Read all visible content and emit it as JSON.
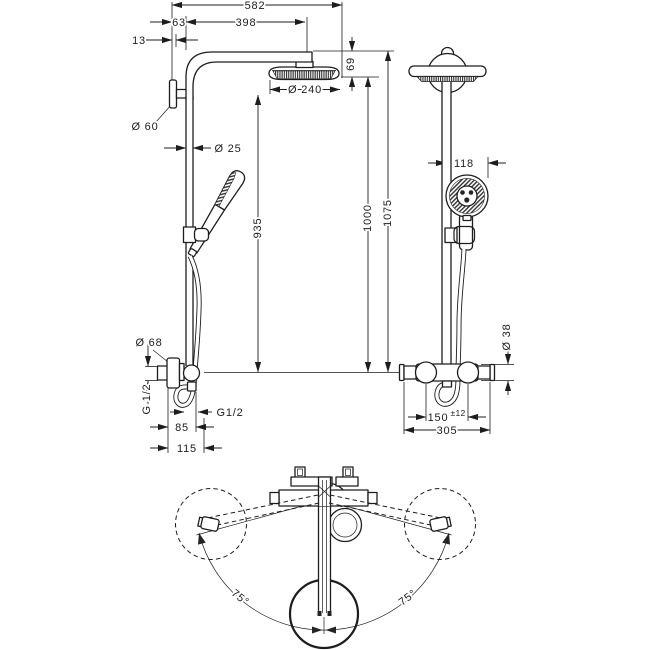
{
  "colors": {
    "background": "#ffffff",
    "ink": "#1d1d1d"
  },
  "side": {
    "dims": {
      "overall_width": "582",
      "arm_offset": "63",
      "arm_projection": "398",
      "plate_offset": "13",
      "plate_diameter": "Ø 60",
      "head_diameter": "Ø 240",
      "head_height": "69",
      "pipe_diameter": "Ø 25",
      "spray_face_height": "935",
      "head_face_height": "1000",
      "arm_top_height": "1075",
      "escutcheon_diameter": "Ø 68",
      "wall_thread": "G 1/2",
      "hose_thread": "G1/2",
      "hose_outlet_offset": "85",
      "handle_front_offset": "115"
    }
  },
  "front": {
    "dims": {
      "handshower_diameter": "118",
      "valve_body_diameter": "Ø 38",
      "inlet_centers": "150",
      "inlet_tolerance": "±12",
      "overall_width": "305"
    }
  },
  "plan": {
    "dims": {
      "swivel_left": "75°",
      "swivel_right": "75°"
    }
  }
}
